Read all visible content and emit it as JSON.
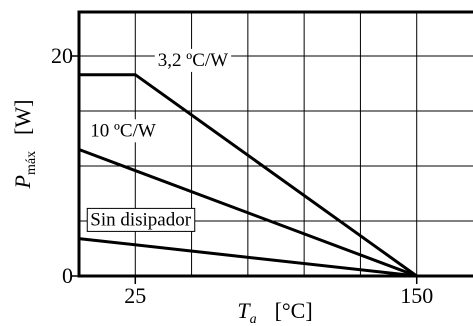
{
  "chart_data": {
    "type": "line",
    "xlabel_main": "T",
    "xlabel_sub": "a",
    "xlabel_unit": "[°C]",
    "ylabel_main": "P",
    "ylabel_sub": "máx",
    "ylabel_unit": "[W]",
    "xlim": [
      0,
      175
    ],
    "ylim": [
      0,
      24
    ],
    "grid": true,
    "x_gridlines": [
      25,
      50,
      75,
      100,
      125,
      150
    ],
    "y_gridlines": [
      0,
      5,
      10,
      15,
      20
    ],
    "x_ticks": [
      {
        "value": 25,
        "label": "25"
      },
      {
        "value": 150,
        "label": "150"
      }
    ],
    "y_ticks": [
      {
        "value": 0,
        "label": "0"
      },
      {
        "value": 20,
        "label": "20"
      }
    ],
    "series": [
      {
        "name": "3,2 ºC/W",
        "x": [
          0,
          25,
          150
        ],
        "y": [
          18.3,
          18.3,
          0
        ],
        "label_at": [
          35,
          19.1
        ],
        "boxed": false
      },
      {
        "name": "10 ºC/W",
        "x": [
          0,
          150
        ],
        "y": [
          11.5,
          0
        ],
        "label_at": [
          5,
          12.7
        ],
        "boxed": false
      },
      {
        "name": "Sin disipador",
        "x": [
          0,
          150
        ],
        "y": [
          3.4,
          0
        ],
        "label_at": [
          5,
          4.6
        ],
        "boxed": true
      }
    ]
  }
}
